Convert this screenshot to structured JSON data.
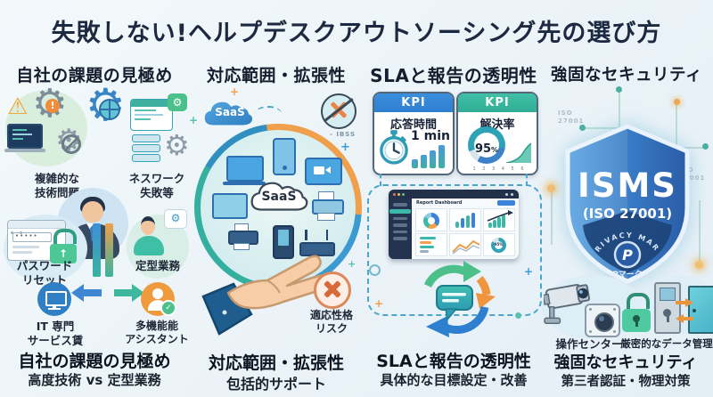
{
  "title": "失敗しない!ヘルプデスクアウトソーシング先の選び方",
  "col1": {
    "heading": "自社の課題の見極め",
    "label_complex": "複雑的な\n技術問題",
    "label_network": "ネスワーク\n失敗等",
    "label_password": "パスワード\nリセット",
    "label_routine": "定型業務",
    "label_it": "IT 専門\nサービス賃",
    "label_assistant": "多機能能\nアシスタント",
    "gear_alert": "!",
    "password_dots": "•••••",
    "caption": "自社の課題の見極め",
    "subcaption": "高度技術 vs 定型業務"
  },
  "col2": {
    "heading": "対応範囲・拡張性",
    "cloud_small": "SaaS",
    "cloud_center": "SaaS",
    "note": "- IBSS",
    "risk_label": "適応性格\nリスク",
    "caption": "対応範囲・拡張性",
    "subcaption": "包括的サポート"
  },
  "col3": {
    "heading": "SLAと報告の透明性",
    "kpi1": {
      "badge": "KPI",
      "title": "応答時間",
      "value": "1 min"
    },
    "kpi2": {
      "badge": "KPI",
      "title": "解決率",
      "value": "95",
      "unit": "%",
      "axis": "1 2 3 4 5 6"
    },
    "dashboard": {
      "title": "Report Dashboard",
      "gauge": "95%"
    },
    "caption": "SLAと報告の透明性",
    "subcaption": "具体的な目標設定・改善"
  },
  "col4": {
    "heading": "強固なセキュリティ",
    "shield_title": "ISMS",
    "shield_sub": "(ISO 27001)",
    "privacy_mark": "PRIVACY MARK",
    "p_letter": "P",
    "p_mark": "Pマーク",
    "faint_left": "ISO\n27001",
    "faint_right": "ISO\n27001",
    "label_ops": "操作センター",
    "label_data": "厳密的なデータ管理",
    "caption": "強固なセキュリティ",
    "subcaption": "第三者認証・物理対策"
  }
}
